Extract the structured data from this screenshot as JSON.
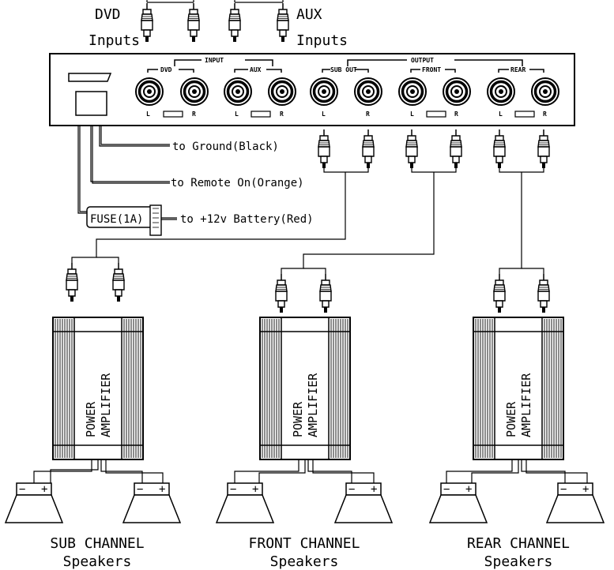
{
  "inputs": {
    "dvd_label_line1": "DVD",
    "dvd_label_line2": "Inputs",
    "aux_label_line1": "AUX",
    "aux_label_line2": "Inputs"
  },
  "panel": {
    "input_header": "INPUT",
    "output_header": "OUTPUT",
    "groups": [
      {
        "label": "DVD",
        "left": "L",
        "right": "R"
      },
      {
        "label": "AUX",
        "left": "L",
        "right": "R"
      },
      {
        "label": "SUB OUT",
        "left": "L",
        "right": "R"
      },
      {
        "label": "FRONT",
        "left": "L",
        "right": "R"
      },
      {
        "label": "REAR",
        "left": "L",
        "right": "R"
      }
    ]
  },
  "wiring": {
    "ground": "to Ground(Black)",
    "remote": "to Remote On(Orange)",
    "battery": "to +12v Battery(Red)",
    "fuse": "FUSE(1A)"
  },
  "amplifiers": [
    {
      "line1": "POWER",
      "line2": "AMPLIFIER"
    },
    {
      "line1": "POWER",
      "line2": "AMPLIFIER"
    },
    {
      "line1": "POWER",
      "line2": "AMPLIFIER"
    }
  ],
  "speaker_groups": [
    {
      "line1": "SUB CHANNEL",
      "line2": "Speakers"
    },
    {
      "line1": "FRONT CHANNEL",
      "line2": "Speakers"
    },
    {
      "line1": "REAR CHANNEL",
      "line2": "Speakers"
    }
  ],
  "terminal_minus": "−",
  "terminal_plus": "+"
}
